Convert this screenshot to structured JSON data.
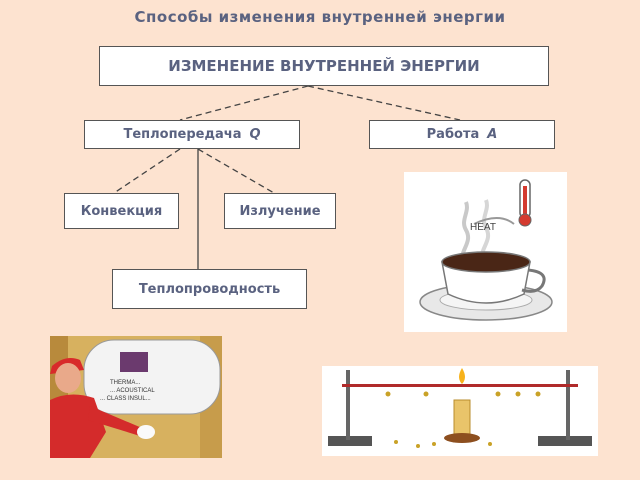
{
  "title": "Способы   изменения   внутренней  энергии",
  "main_box": "ИЗМЕНЕНИЕ  ВНУТРЕННЕЙ  ЭНЕРГИИ",
  "heat_transfer": {
    "label": "Теплопередача",
    "symbol": "Q"
  },
  "work": {
    "label": "Работа",
    "symbol": "A"
  },
  "convection": "Конвекция",
  "radiation": "Излучение",
  "conduction": "Теплопроводность",
  "coffee_image": {
    "caption": "HEAT"
  },
  "worker_image": {
    "label_lines": [
      "THERMA...",
      "... ACOUSTICAL",
      "... CLASS INSUL..."
    ]
  },
  "colors": {
    "background": "#fde3d0",
    "text": "#5a6280",
    "box_border": "#555555"
  }
}
